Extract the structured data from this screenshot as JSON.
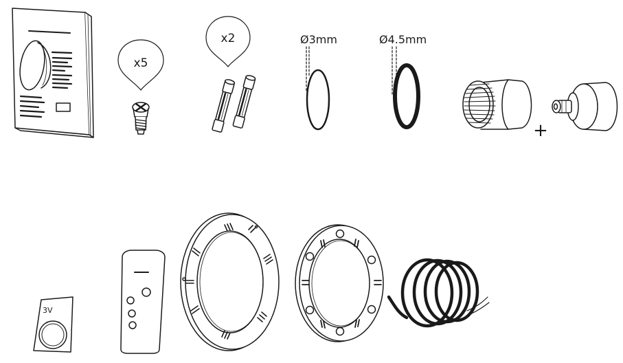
{
  "screws": {
    "quantity": "x5"
  },
  "fuses": {
    "quantity": "x2"
  },
  "o_ring_small": {
    "diameter": "Ø3mm"
  },
  "o_ring_large": {
    "diameter": "Ø4.5mm"
  },
  "connector": {
    "plus": "+"
  },
  "battery": {
    "voltage": "3V"
  },
  "colors": {
    "line": "#1a1a1a",
    "fill": "#ffffff"
  }
}
